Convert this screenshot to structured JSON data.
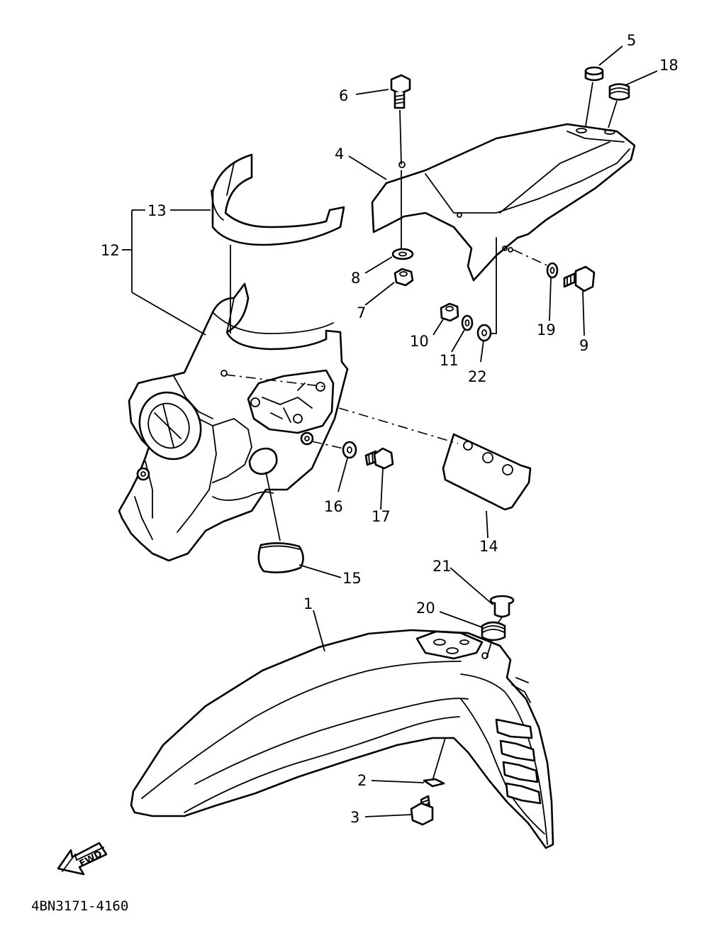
{
  "diagram": {
    "drawing_code": "4BN3171-4160",
    "direction_label": "FWD",
    "callouts": [
      {
        "id": "c1",
        "label": "1"
      },
      {
        "id": "c2",
        "label": "2"
      },
      {
        "id": "c3",
        "label": "3"
      },
      {
        "id": "c4",
        "label": "4"
      },
      {
        "id": "c5",
        "label": "5"
      },
      {
        "id": "c6",
        "label": "6"
      },
      {
        "id": "c7",
        "label": "7"
      },
      {
        "id": "c8",
        "label": "8"
      },
      {
        "id": "c9",
        "label": "9"
      },
      {
        "id": "c10",
        "label": "10"
      },
      {
        "id": "c11",
        "label": "11"
      },
      {
        "id": "c12",
        "label": "12"
      },
      {
        "id": "c13",
        "label": "13"
      },
      {
        "id": "c14",
        "label": "14"
      },
      {
        "id": "c15",
        "label": "15"
      },
      {
        "id": "c16",
        "label": "16"
      },
      {
        "id": "c17",
        "label": "17"
      },
      {
        "id": "c18",
        "label": "18"
      },
      {
        "id": "c19",
        "label": "19"
      },
      {
        "id": "c20",
        "label": "20"
      },
      {
        "id": "c21",
        "label": "21"
      },
      {
        "id": "c22",
        "label": "22"
      }
    ]
  }
}
